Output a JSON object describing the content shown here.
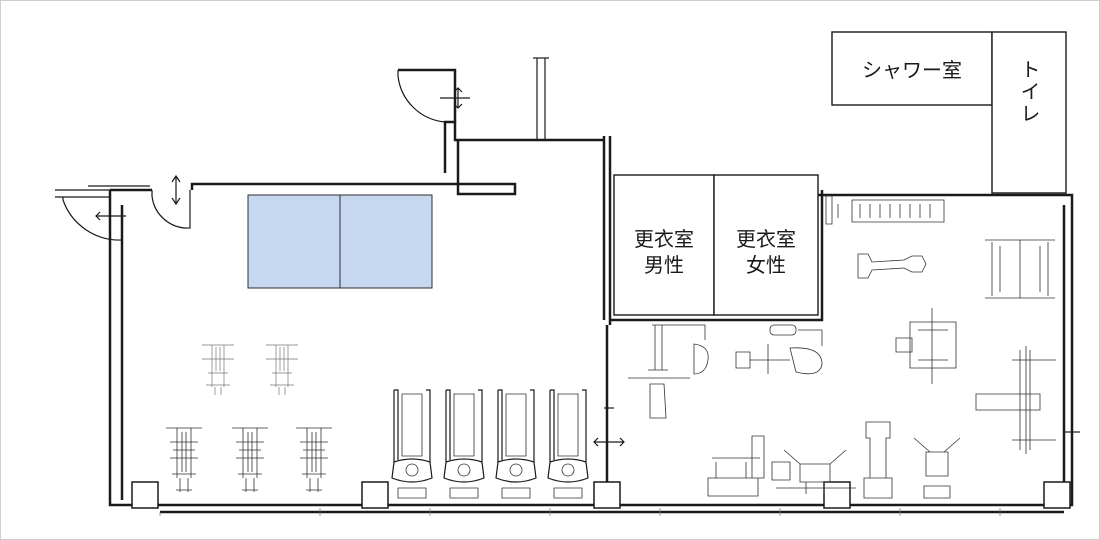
{
  "rooms": {
    "shower": "シャワー室",
    "toilet": "トイレ",
    "locker_men_line1": "更衣室",
    "locker_men_line2": "男性",
    "locker_women_line1": "更衣室",
    "locker_women_line2": "女性"
  },
  "colors": {
    "mat_fill": "#c6d8ef",
    "wall": "#1a1a1a",
    "frame": "#cfcfcf"
  },
  "equipment": {
    "treadmills": 4,
    "power_racks": 5
  }
}
